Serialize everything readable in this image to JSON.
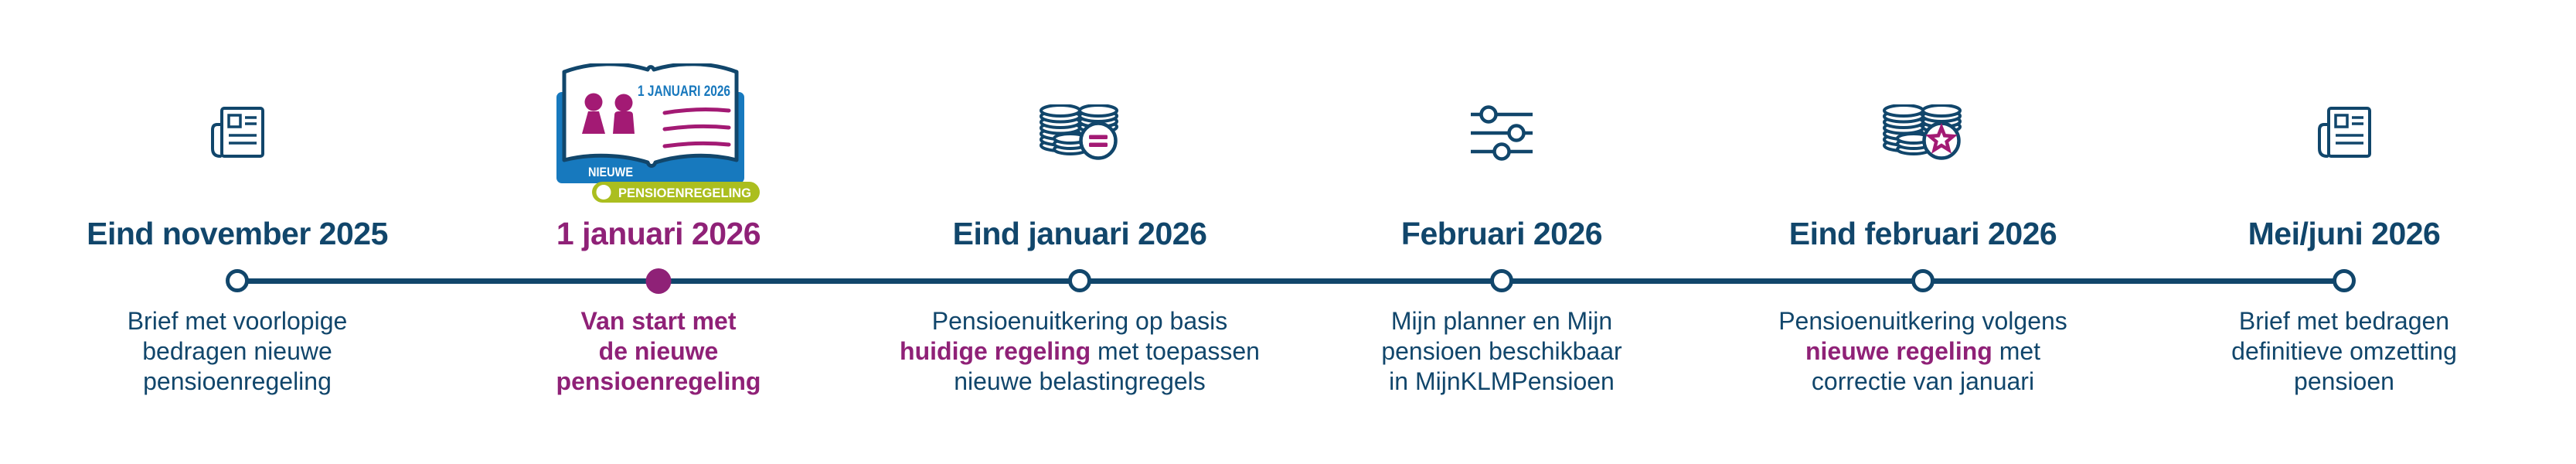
{
  "colors": {
    "navy": "#11466B",
    "magenta": "#8F2177",
    "logo_magenta": "#A31A74",
    "logo_blue": "#1779BE",
    "logo_text_blue": "#1878BD",
    "logo_green": "#ABBE1F",
    "white": "#FFFFFF"
  },
  "logo": {
    "date_label": "1 JANUARI 2026",
    "top_label": "NIEUWE",
    "pill_label": "PENSIOENREGELING"
  },
  "timeline": {
    "milestones": [
      {
        "id": "eind-november-2025",
        "icon": "newspaper",
        "title": "Eind november 2025",
        "active": false,
        "body_lines": [
          {
            "segments": [
              {
                "text": "Brief met voorlopige",
                "highlight": false
              }
            ]
          },
          {
            "segments": [
              {
                "text": "bedragen nieuwe",
                "highlight": false
              }
            ]
          },
          {
            "segments": [
              {
                "text": "pensioenregeling",
                "highlight": false
              }
            ]
          }
        ]
      },
      {
        "id": "1-januari-2026",
        "icon": "nieuwe-pensioenregeling-logo",
        "title": "1 januari 2026",
        "active": true,
        "body_lines": [
          {
            "segments": [
              {
                "text": "Van start met",
                "highlight": true
              }
            ]
          },
          {
            "segments": [
              {
                "text": "de nieuwe",
                "highlight": true
              }
            ]
          },
          {
            "segments": [
              {
                "text": "pensioenregeling",
                "highlight": true
              }
            ]
          }
        ]
      },
      {
        "id": "eind-januari-2026",
        "icon": "coins-equals",
        "title": "Eind januari 2026",
        "active": false,
        "body_lines": [
          {
            "segments": [
              {
                "text": "Pensioenuitkering op basis",
                "highlight": false
              }
            ]
          },
          {
            "segments": [
              {
                "text": "huidige regeling",
                "highlight": true
              },
              {
                "text": " met toepassen",
                "highlight": false
              }
            ]
          },
          {
            "segments": [
              {
                "text": "nieuwe belastingregels",
                "highlight": false
              }
            ]
          }
        ]
      },
      {
        "id": "februari-2026",
        "icon": "sliders",
        "title": "Februari 2026",
        "active": false,
        "body_lines": [
          {
            "segments": [
              {
                "text": "Mijn planner en Mijn",
                "highlight": false
              }
            ]
          },
          {
            "segments": [
              {
                "text": "pensioen beschikbaar",
                "highlight": false
              }
            ]
          },
          {
            "segments": [
              {
                "text": "in MijnKLMPensioen",
                "highlight": false
              }
            ]
          }
        ]
      },
      {
        "id": "eind-februari-2026",
        "icon": "coins-star",
        "title": "Eind februari 2026",
        "active": false,
        "body_lines": [
          {
            "segments": [
              {
                "text": "Pensioenuitkering volgens",
                "highlight": false
              }
            ]
          },
          {
            "segments": [
              {
                "text": "nieuwe regeling",
                "highlight": true
              },
              {
                "text": " met",
                "highlight": false
              }
            ]
          },
          {
            "segments": [
              {
                "text": "correctie van januari",
                "highlight": false
              }
            ]
          }
        ]
      },
      {
        "id": "mei-juni-2026",
        "icon": "newspaper",
        "title": "Mei/juni 2026",
        "active": false,
        "body_lines": [
          {
            "segments": [
              {
                "text": "Brief met bedragen",
                "highlight": false
              }
            ]
          },
          {
            "segments": [
              {
                "text": "definitieve omzetting",
                "highlight": false
              }
            ]
          },
          {
            "segments": [
              {
                "text": "pensioen",
                "highlight": false
              }
            ]
          }
        ]
      }
    ]
  }
}
